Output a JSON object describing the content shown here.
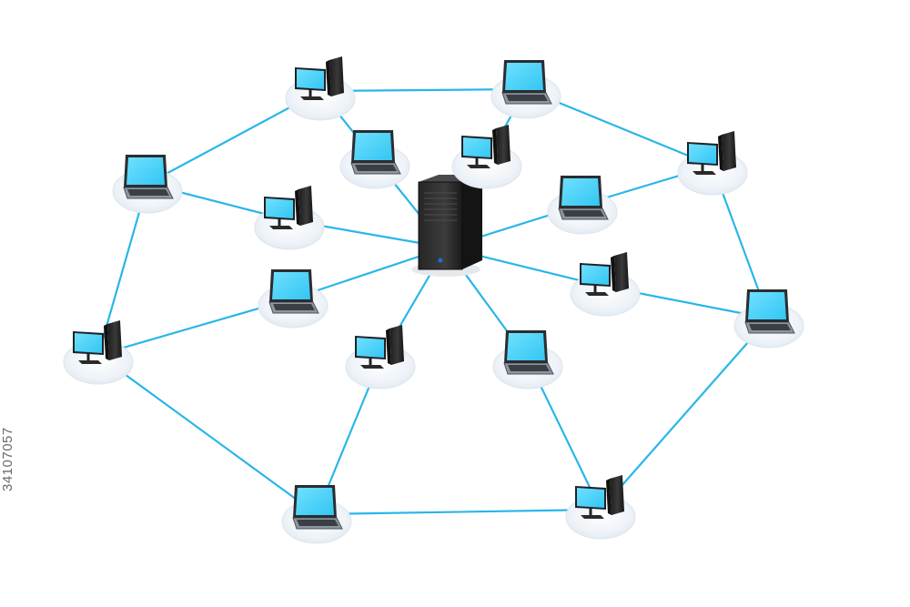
{
  "stock_id": "34107057",
  "colors": {
    "link": "#29b6e8",
    "screen": "#33c6f2",
    "device_body": "#2b2b2b",
    "platform": "#eef3f8"
  },
  "nodes": [
    {
      "id": "center-server",
      "type": "server"
    },
    {
      "id": "outer-top-desktop",
      "type": "desktop"
    },
    {
      "id": "outer-top-right-laptop",
      "type": "laptop"
    },
    {
      "id": "outer-right-desktop",
      "type": "desktop"
    },
    {
      "id": "outer-right-laptop",
      "type": "laptop"
    },
    {
      "id": "outer-bottom-right-desktop",
      "type": "desktop"
    },
    {
      "id": "outer-bottom-laptop",
      "type": "laptop"
    },
    {
      "id": "outer-left-desktop",
      "type": "desktop"
    },
    {
      "id": "outer-top-left-laptop",
      "type": "laptop"
    },
    {
      "id": "inner-top-laptop",
      "type": "laptop"
    },
    {
      "id": "inner-top-desktop",
      "type": "desktop"
    },
    {
      "id": "inner-right-laptop",
      "type": "laptop"
    },
    {
      "id": "inner-right-desktop",
      "type": "desktop"
    },
    {
      "id": "inner-bottom-right-laptop",
      "type": "laptop"
    },
    {
      "id": "inner-bottom-desktop",
      "type": "desktop"
    },
    {
      "id": "inner-left-laptop",
      "type": "laptop"
    },
    {
      "id": "inner-left-desktop",
      "type": "desktop"
    }
  ]
}
